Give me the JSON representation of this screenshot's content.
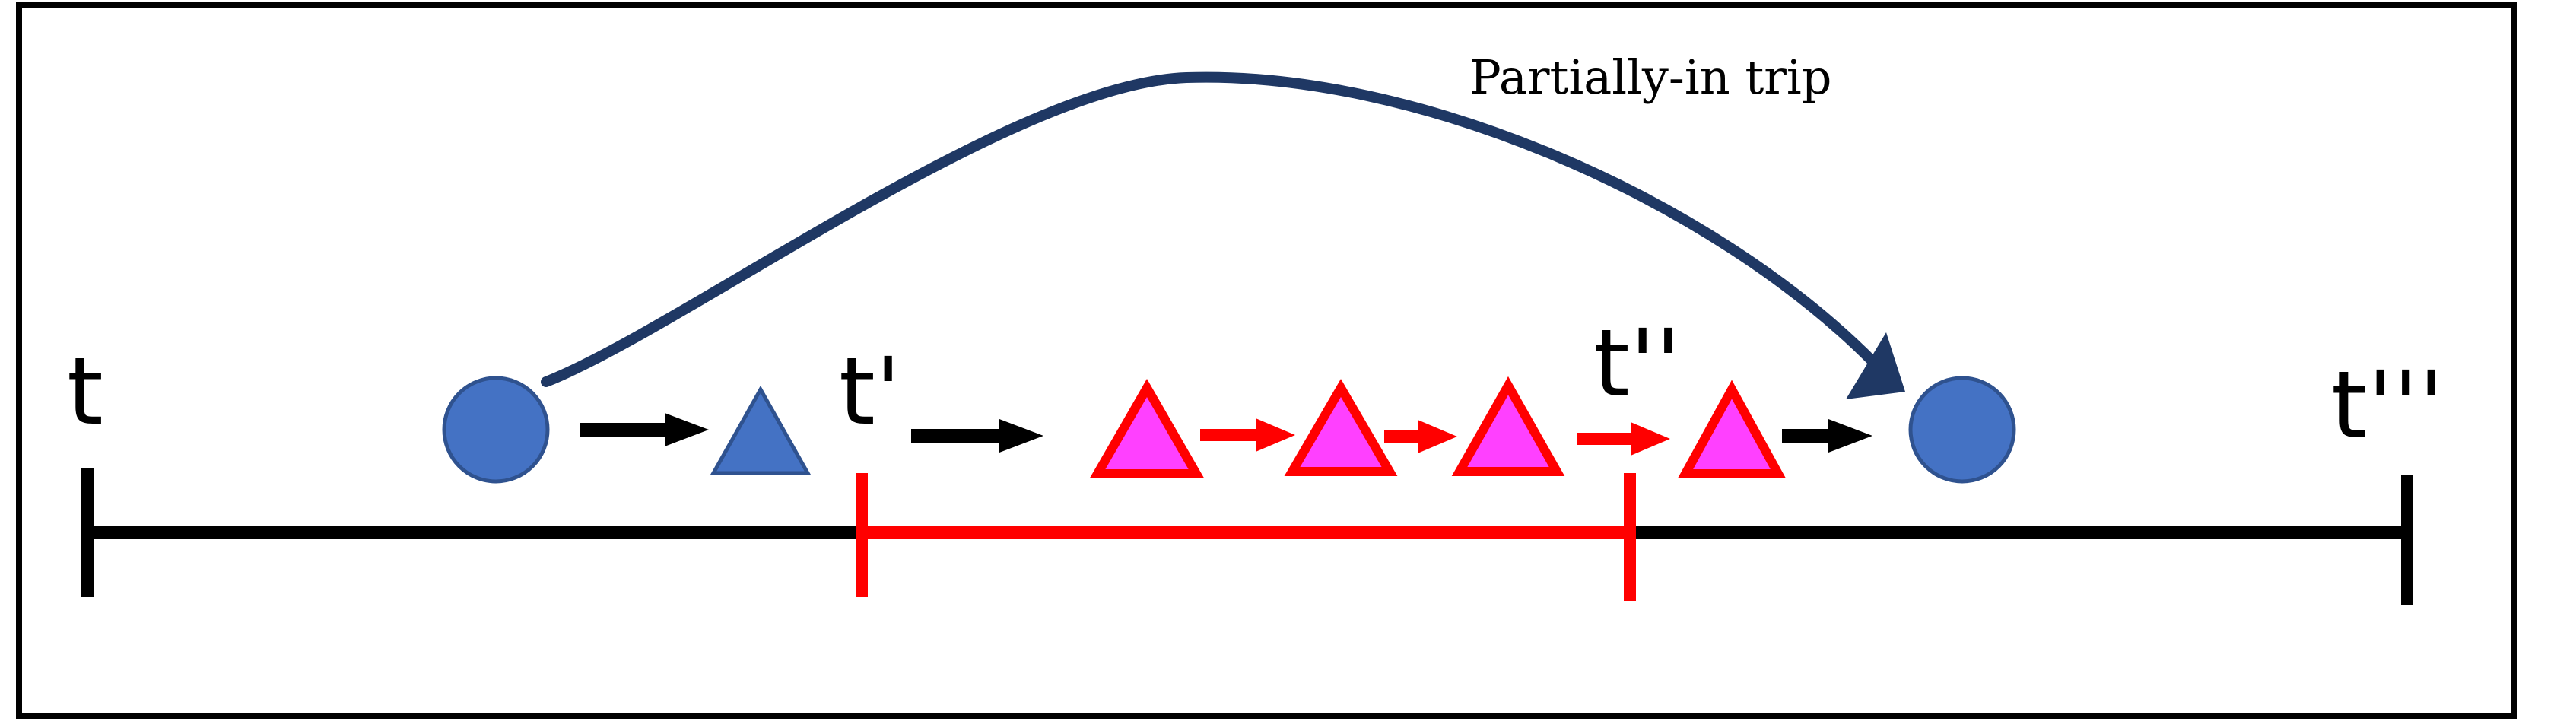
{
  "diagram": {
    "title": "",
    "trip_label": "Partially-in trip",
    "time_labels": {
      "t": "t",
      "t_prime": "t'",
      "t_double_prime": "t''",
      "t_triple_prime": "t'''"
    },
    "colors": {
      "frame": "#000000",
      "timeline": "#000000",
      "highlight_interval": "#ff0000",
      "node_fill": "#4472c4",
      "node_stroke": "#2f528f",
      "in_window_fill": "#ff40ff",
      "in_window_stroke": "#ff0000",
      "trip_curve": "#1f3864",
      "arrow_black": "#000000",
      "arrow_red": "#ff0000"
    },
    "sequence": [
      {
        "kind": "start-circle",
        "style": "blue"
      },
      {
        "kind": "triangle",
        "style": "blue"
      },
      {
        "kind": "triangle",
        "style": "magenta"
      },
      {
        "kind": "triangle",
        "style": "magenta"
      },
      {
        "kind": "triangle",
        "style": "magenta"
      },
      {
        "kind": "triangle",
        "style": "magenta"
      },
      {
        "kind": "end-circle",
        "style": "blue"
      }
    ]
  }
}
